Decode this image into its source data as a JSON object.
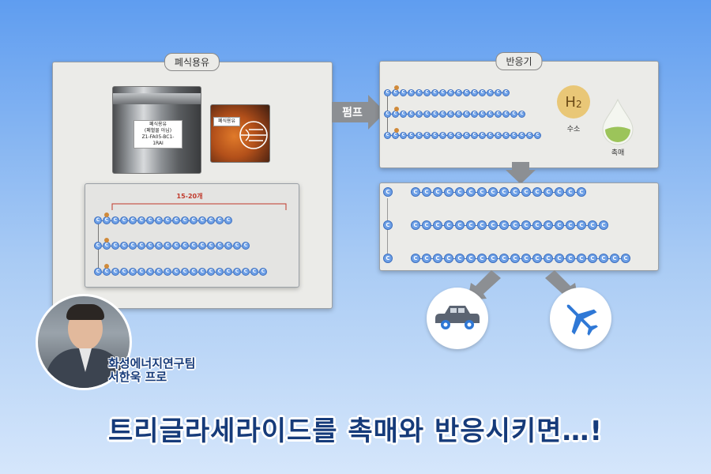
{
  "left_panel": {
    "tag": "폐식용유",
    "sticker_lines": [
      "폐식용유",
      "(폐혈물 아님)",
      "Z1-FA05-BC1-1RAI"
    ],
    "sticker2": "폐식용유",
    "brace_label": "15-20개",
    "atom": "C",
    "chains": [
      16,
      18,
      20
    ]
  },
  "pump": {
    "label": "펌프"
  },
  "reactor": {
    "tag": "반응기",
    "atom": "C",
    "chains": [
      16,
      18,
      20
    ],
    "hydrogen": {
      "symbol": "H",
      "subscript": "2",
      "label": "수소"
    },
    "catalyst": {
      "label": "촉매"
    }
  },
  "product_panel": {
    "atom": "C",
    "chains": [
      16,
      18,
      20
    ]
  },
  "speaker": {
    "team": "화성에너지연구팀",
    "name": "서한욱 프로"
  },
  "caption": "트리글라세라이드를 촉매와 반응시키면…!",
  "colors": {
    "atom": "#6ea0e6",
    "caption": "#163b7a",
    "catalyst": "#9cc45a"
  },
  "icons": [
    "car-icon",
    "airplane-icon",
    "droplet-icon",
    "arrow-icon"
  ]
}
